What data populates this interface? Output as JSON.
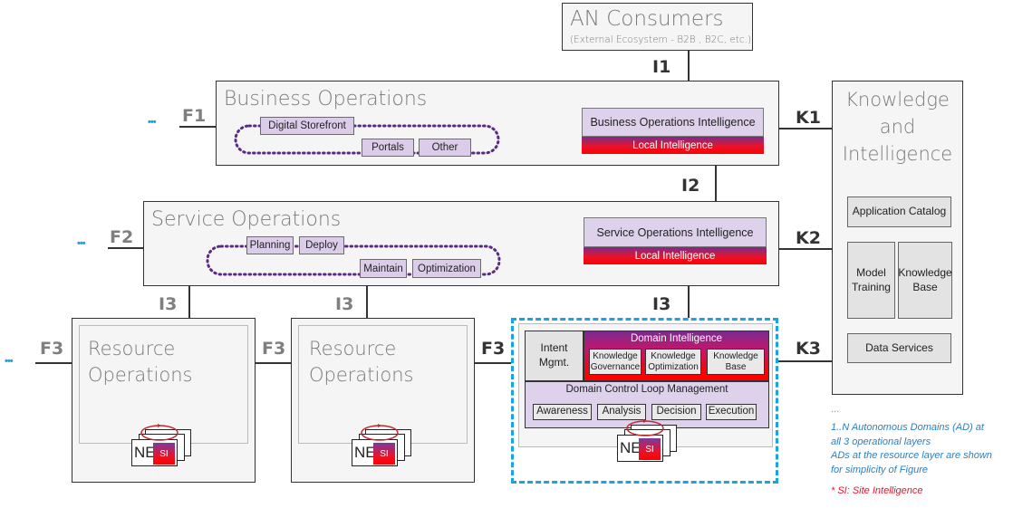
{
  "consumers": {
    "title": "AN Consumers",
    "subtitle": "(External Ecosystem - B2B , B2C, etc.)"
  },
  "interfaces": {
    "i1": "I1",
    "i2": "I2",
    "i3": "I3",
    "f1": "F1",
    "f2": "F2",
    "f3": "F3",
    "k1": "K1",
    "k2": "K2",
    "k3": "K3",
    "ellipsis": "•••"
  },
  "business": {
    "title": "Business Operations",
    "chips": [
      "Digital Storefront",
      "Portals",
      "Other"
    ],
    "intelligence": "Business Operations Intelligence",
    "local": "Local Intelligence"
  },
  "service": {
    "title": "Service Operations",
    "chips": [
      "Planning",
      "Deploy",
      "Maintain",
      "Optimization"
    ],
    "intelligence": "Service Operations Intelligence",
    "local": "Local Intelligence"
  },
  "resource": {
    "title_line1": "Resource",
    "title_line2": "Operations",
    "ne": "NE",
    "si": "SI"
  },
  "domain": {
    "intent": "Intent Mgmt.",
    "intelligence_title": "Domain Intelligence",
    "intelligence_items": [
      "Knowledge Governance",
      "Knowledge Optimization",
      "Knowledge Base"
    ],
    "control_title": "Domain Control Loop Management",
    "control_items": [
      "Awareness",
      "Analysis",
      "Decision",
      "Execution"
    ]
  },
  "knowledge": {
    "title": "Knowledge and Intelligence",
    "items": [
      "Application Catalog",
      "Model Training",
      "Knowledge Base",
      "Data Services"
    ]
  },
  "notes": {
    "ellipsis": "...",
    "line1": "1..N  Autonomous Domains (AD) at",
    "line2": "all 3 operational layers",
    "line3": "ADs at the resource layer are shown",
    "line4": "for simplicity of Figure",
    "footnote": "* SI: Site Intelligence"
  },
  "colors": {
    "chip_purple": "#dbcdea",
    "local_red": "#e8132a",
    "accent_blue": "#1aa3e0",
    "note_blue": "#2a7fc4",
    "footnote_red": "#e8132a"
  }
}
